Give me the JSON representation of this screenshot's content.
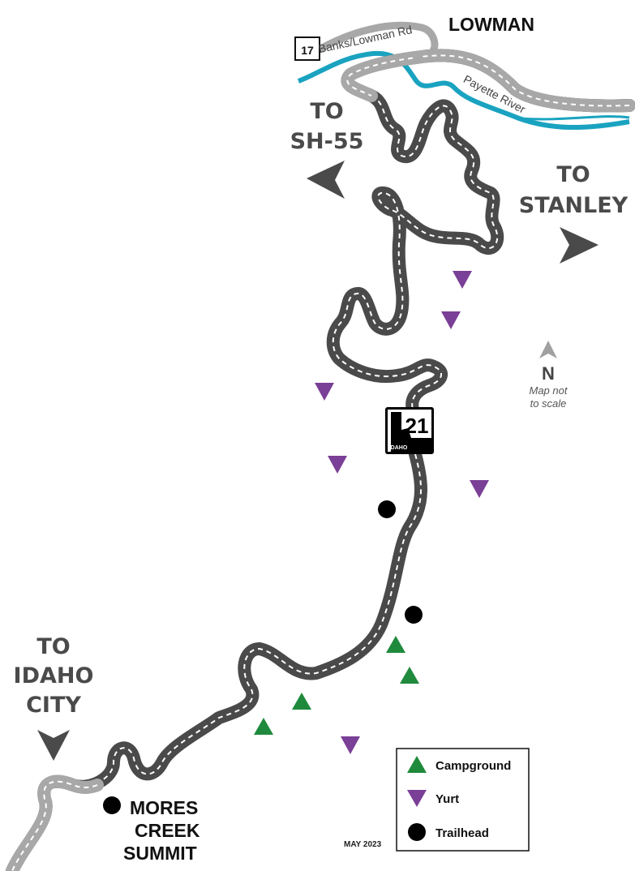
{
  "places": {
    "town": "LOWMAN",
    "summit_line1": "MORES",
    "summit_line2": "CREEK",
    "summit_line3": "SUMMIT"
  },
  "roads": {
    "banks_lowman": "Banks/Lowman Rd",
    "route_17": "17",
    "route_21": "21",
    "route_21_state": "IDAHO"
  },
  "water": {
    "river": "Payette River"
  },
  "directions": {
    "sh55_line1": "TO",
    "sh55_line2": "SH-55",
    "stanley_line1": "TO",
    "stanley_line2": "STANLEY",
    "idaho_city_line1": "TO",
    "idaho_city_line2": "IDAHO",
    "idaho_city_line3": "CITY"
  },
  "north": {
    "letter": "N",
    "note_line1": "Map not",
    "note_line2": "to scale"
  },
  "legend": {
    "campground": "Campground",
    "yurt": "Yurt",
    "trailhead": "Trailhead"
  },
  "date": "MAY 2023",
  "colors": {
    "road": "#4a4a4a",
    "road_light": "#9a9a9a",
    "river": "#1aa3c0",
    "campground": "#1f8a3c",
    "yurt": "#7a3f96",
    "trailhead": "#000000",
    "arrow": "#4a4a4a"
  },
  "icons": [
    "campground-icon",
    "yurt-icon",
    "trailhead-icon",
    "direction-arrow-icon",
    "north-arrow-icon",
    "idaho-shield-icon",
    "route-17-shield-icon"
  ]
}
